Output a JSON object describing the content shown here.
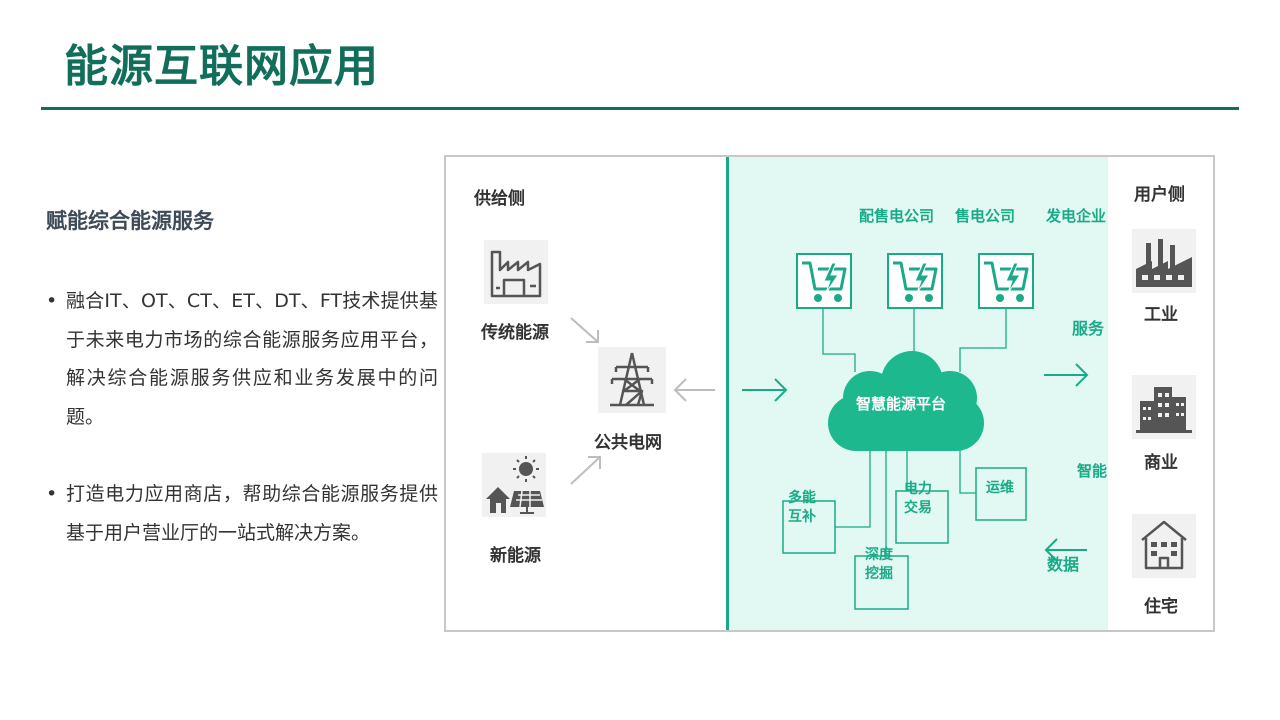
{
  "slide": {
    "title": "能源互联网应用",
    "subtitle": "赋能综合能源服务",
    "bullets": [
      {
        "marker": "•",
        "text": "融合IT、OT、CT、ET、DT、FT技术提供基于未来电力市场的综合能源服务应用平台，解决综合能源服务供应和业务发展中的问题。"
      },
      {
        "marker": "•",
        "text": "打造电力应用商店，帮助综合能源服务提供基于用户营业厅的一站式解决方案。"
      }
    ]
  },
  "diagram": {
    "supply_side": {
      "label": "供给侧",
      "traditional": "传统能源",
      "renewable": "新能源",
      "grid": "公共电网"
    },
    "platform": {
      "name": "智慧能源平台",
      "companies": [
        "配售电公司",
        "售电公司",
        "发电企业"
      ],
      "modules": [
        {
          "id": "multi",
          "lines": [
            "多能",
            "互补"
          ]
        },
        {
          "id": "trade",
          "lines": [
            "电力",
            "交易"
          ]
        },
        {
          "id": "ops",
          "lines": [
            "运维"
          ]
        },
        {
          "id": "mining",
          "lines": [
            "深度",
            "挖掘"
          ]
        }
      ],
      "flow_labels": {
        "service": "服务",
        "smart": "智能",
        "data": "数据"
      }
    },
    "user_side": {
      "label": "用户侧",
      "users": [
        "工业",
        "商业",
        "住宅"
      ]
    },
    "icons": {
      "traditional": "factory-icon",
      "renewable": "solar-house-icon",
      "grid": "power-tower-icon",
      "store": "cart-lightning-icon",
      "cloud": "cloud-icon",
      "industry": "industry-icon",
      "commerce": "office-building-icon",
      "residence": "residential-building-icon"
    },
    "colors": {
      "accent": "#1aaa88",
      "title": "#106e5a",
      "zone": "#e2f9f3",
      "arrow": "#bdbdbd",
      "icon": "#555555"
    }
  }
}
